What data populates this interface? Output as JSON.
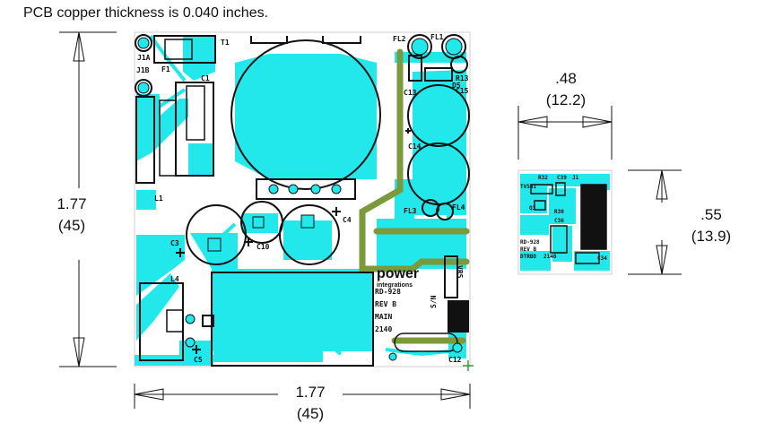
{
  "title": "PCB copper thickness is 0.040 inches.",
  "colors": {
    "copper": "#22e8ec",
    "trace_green": "#7a9a3c",
    "outline": "#111111",
    "board": "#ffffff"
  },
  "main_board": {
    "height_dim": {
      "inches": "1.77",
      "mm": "(45)"
    },
    "width_dim": {
      "inches": "1.77",
      "mm": "(45)"
    },
    "labels": {
      "t1": "T1",
      "j1a": "J1A",
      "j1b": "J1B",
      "f1": "F1",
      "c1": "C1",
      "fl2": "FL2",
      "fl1": "FL1",
      "r13": "R13",
      "d5": "D5",
      "c13": "C13",
      "c15": "C15",
      "c14": "C14",
      "fl3": "FL3",
      "fl4": "FL4",
      "c4": "C4",
      "c3": "C3",
      "c10": "C10",
      "l1": "L1",
      "l4": "L4",
      "c5": "C5",
      "c12": "C12",
      "vr5": "VR5",
      "sn": "S/N",
      "logo_top": "power",
      "logo_bottom": "integrations",
      "rd": "RD-928",
      "rev": "REV B",
      "main": "MAIN",
      "code": "2140"
    }
  },
  "small_board": {
    "width_dim": {
      "inches": ".48",
      "mm": "(12.2)"
    },
    "height_dim": {
      "inches": ".55",
      "mm": "(13.9)"
    },
    "labels": {
      "r32": "R32",
      "c39": "C39",
      "j1": "J1",
      "tvs41": "TVS41",
      "q3": "Q3",
      "r30": "R30",
      "c36": "C36",
      "rd": "RD-928",
      "rev": "REV B",
      "dtrbd": "DTRBD",
      "code": "2140",
      "c34": "C34"
    }
  }
}
